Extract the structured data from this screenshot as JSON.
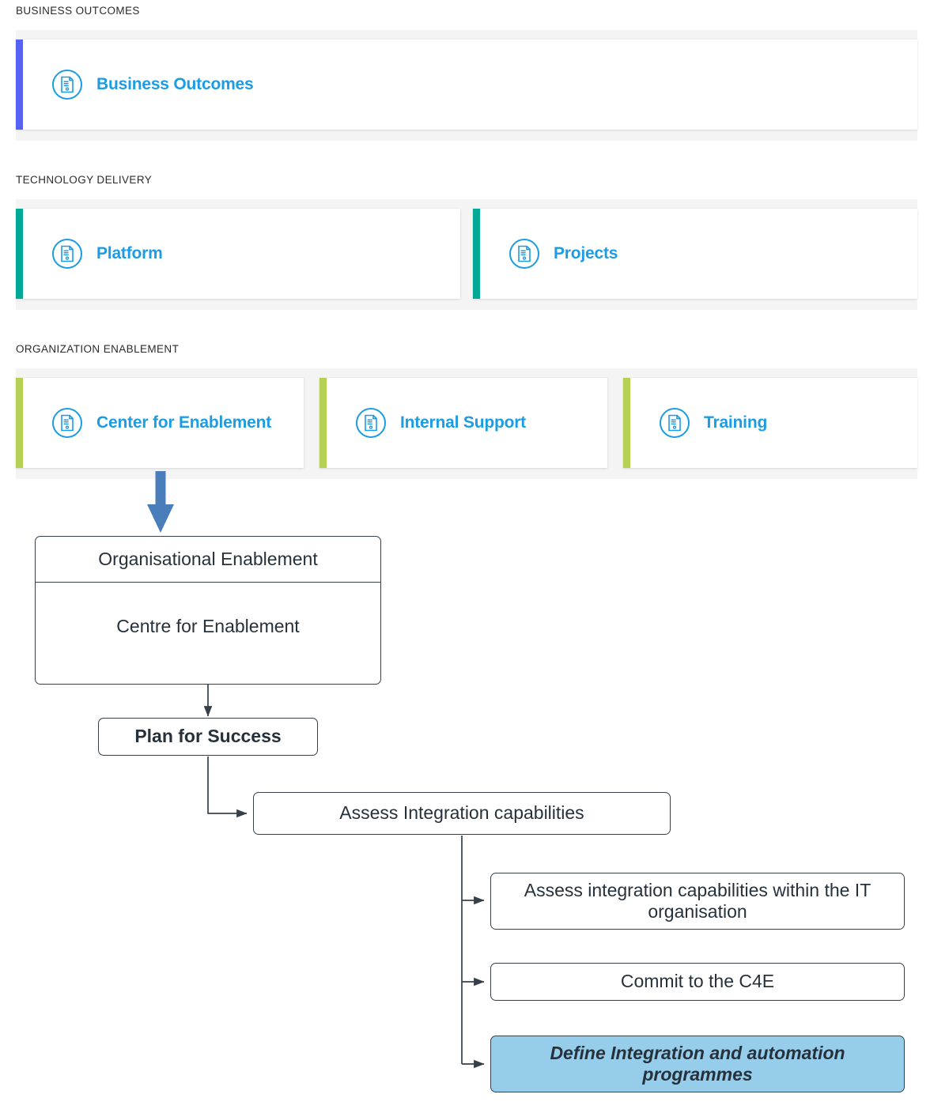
{
  "sections": [
    {
      "label": "BUSINESS OUTCOMES",
      "accent": "#5561f0",
      "cards": [
        {
          "title": "Business Outcomes",
          "icon": "document-icon"
        }
      ]
    },
    {
      "label": "TECHNOLOGY DELIVERY",
      "accent": "#00a896",
      "cards": [
        {
          "title": "Platform",
          "icon": "document-icon"
        },
        {
          "title": "Projects",
          "icon": "document-icon"
        }
      ]
    },
    {
      "label": "ORGANIZATION ENABLEMENT",
      "accent": "#b5d155",
      "cards": [
        {
          "title": "Center for Enablement",
          "icon": "document-icon"
        },
        {
          "title": "Internal Support",
          "icon": "document-icon"
        },
        {
          "title": "Training",
          "icon": "document-icon"
        }
      ]
    }
  ],
  "flow": {
    "entry_arrow_color": "#4a7ebb",
    "connector_color": "#36404a",
    "highlight_fill": "#95cdeb",
    "nodes": {
      "org_enablement": {
        "top": "Organisational Enablement",
        "bottom": "Centre for Enablement"
      },
      "plan_for_success": "Plan for Success",
      "assess_integration": "Assess Integration capabilities",
      "assess_within_it": "Assess integration capabilities within the IT organisation",
      "commit_c4e": "Commit to the C4E",
      "define_programmes": "Define Integration and automation programmes"
    }
  }
}
